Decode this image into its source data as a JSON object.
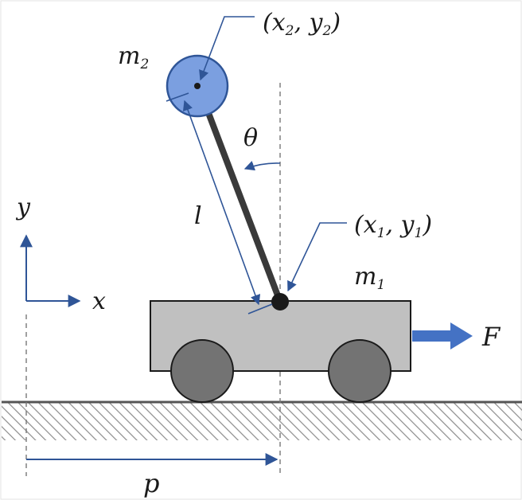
{
  "labels": {
    "mass_pendulum": "m",
    "mass_pendulum_sub": "2",
    "mass_cart": "m",
    "mass_cart_sub": "1",
    "point_2_x": "x",
    "point_2_x_sub": "2",
    "point_2_y": "y",
    "point_2_y_sub": "2",
    "point_1_x": "x",
    "point_1_x_sub": "1",
    "point_1_y": "y",
    "point_1_y_sub": "1",
    "angle": "θ",
    "length": "l",
    "force": "F",
    "position": "p",
    "axis_x": "x",
    "axis_y": "y"
  },
  "colors": {
    "cart_body": "#c0c0c0",
    "wheel": "#737373",
    "bob": "#7b9fe0",
    "bob_stroke": "#2f5597",
    "annotation": "#2f5597",
    "force_arrow": "#4472c4",
    "rod": "#3a3a3a",
    "ground_hatch": "#8c8c8c"
  }
}
